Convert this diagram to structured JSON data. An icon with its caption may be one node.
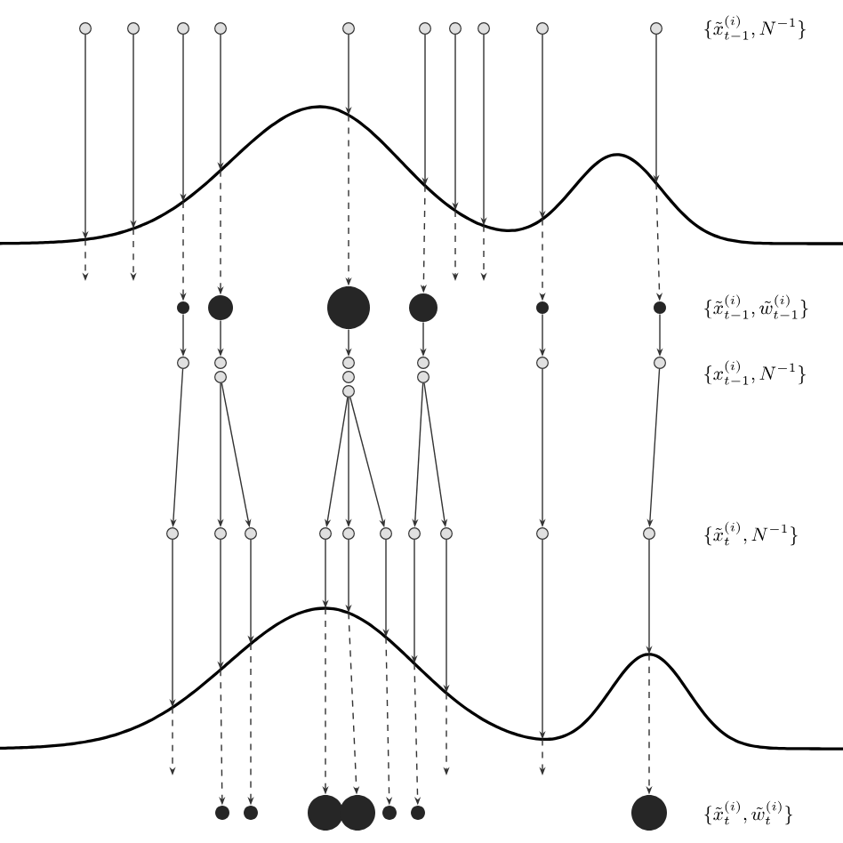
{
  "diagram": {
    "nodes": [
      {
        "text": [],
        "shape": "circle"
      },
      {
        "text": [],
        "shape": "circle"
      },
      {
        "text": [],
        "shape": "circle"
      },
      {
        "text": [],
        "shape": "circle"
      },
      {
        "text": [],
        "shape": "circle"
      },
      {
        "text": [],
        "shape": "circle"
      },
      {
        "text": [],
        "shape": "circle"
      },
      {
        "text": [],
        "shape": "circle"
      },
      {
        "text": [],
        "shape": "circle"
      },
      {
        "text": [],
        "shape": "circle"
      },
      {
        "text": [],
        "shape": "curve"
      },
      {
        "text": [],
        "shape": "dot"
      },
      {
        "text": [],
        "shape": "dot"
      },
      {
        "text": [],
        "shape": "dot"
      },
      {
        "text": [],
        "shape": "dot"
      },
      {
        "text": [],
        "shape": "dot"
      },
      {
        "text": [],
        "shape": "dot"
      },
      {
        "text": [],
        "shape": "circle"
      },
      {
        "text": [],
        "shape": "circle"
      },
      {
        "text": [],
        "shape": "circle"
      },
      {
        "text": [],
        "shape": "circle"
      },
      {
        "text": [],
        "shape": "circle"
      },
      {
        "text": [],
        "shape": "circle"
      },
      {
        "text": [],
        "shape": "circle"
      },
      {
        "text": [],
        "shape": "circle"
      },
      {
        "text": [],
        "shape": "circle"
      },
      {
        "text": [],
        "shape": "circle"
      },
      {
        "text": [],
        "shape": "circle"
      },
      {
        "text": [],
        "shape": "circle"
      },
      {
        "text": [],
        "shape": "circle"
      },
      {
        "text": [],
        "shape": "circle"
      },
      {
        "text": [],
        "shape": "circle"
      },
      {
        "text": [],
        "shape": "circle"
      },
      {
        "text": [],
        "shape": "circle"
      },
      {
        "text": [],
        "shape": "circle"
      },
      {
        "text": [],
        "shape": "circle"
      },
      {
        "text": [],
        "shape": "circle"
      },
      {
        "text": [],
        "shape": "curve"
      },
      {
        "text": [],
        "shape": "dot"
      },
      {
        "text": [],
        "shape": "dot"
      },
      {
        "text": [],
        "shape": "dot"
      },
      {
        "text": [],
        "shape": "dot"
      },
      {
        "text": [],
        "shape": "dot"
      },
      {
        "text": [],
        "shape": "dot"
      },
      {
        "text": [],
        "shape": "dot"
      }
    ],
    "edges": [
      {
        "from": 0,
        "to": 10,
        "arrow": "to"
      },
      {
        "from": 1,
        "to": 10,
        "arrow": "to"
      },
      {
        "from": 2,
        "to": 10,
        "arrow": "to"
      },
      {
        "from": 3,
        "to": 10,
        "arrow": "to"
      },
      {
        "from": 4,
        "to": 10,
        "arrow": "to"
      },
      {
        "from": 5,
        "to": 10,
        "arrow": "to"
      },
      {
        "from": 6,
        "to": 10,
        "arrow": "to"
      },
      {
        "from": 7,
        "to": 10,
        "arrow": "to"
      },
      {
        "from": 8,
        "to": 10,
        "arrow": "to"
      },
      {
        "from": 9,
        "to": 10,
        "arrow": "to"
      },
      {
        "from": 10,
        "to": null,
        "arrow": "to",
        "style": "dashed"
      },
      {
        "from": 10,
        "to": null,
        "arrow": "to",
        "style": "dashed"
      },
      {
        "from": 10,
        "to": 11,
        "arrow": "to",
        "style": "dashed"
      },
      {
        "from": 10,
        "to": 12,
        "arrow": "to",
        "style": "dashed"
      },
      {
        "from": 10,
        "to": 13,
        "arrow": "to",
        "style": "dashed"
      },
      {
        "from": 10,
        "to": 14,
        "arrow": "to",
        "style": "dashed"
      },
      {
        "from": 10,
        "to": null,
        "arrow": "to",
        "style": "dashed"
      },
      {
        "from": 10,
        "to": null,
        "arrow": "to",
        "style": "dashed"
      },
      {
        "from": 10,
        "to": 15,
        "arrow": "to",
        "style": "dashed"
      },
      {
        "from": 10,
        "to": 16,
        "arrow": "to",
        "style": "dashed"
      },
      {
        "from": 11,
        "to": 17,
        "arrow": "to"
      },
      {
        "from": 12,
        "to": 18,
        "arrow": "to"
      },
      {
        "from": 13,
        "to": 20,
        "arrow": "to"
      },
      {
        "from": 14,
        "to": 23,
        "arrow": "to"
      },
      {
        "from": 15,
        "to": 25,
        "arrow": "to"
      },
      {
        "from": 16,
        "to": 26,
        "arrow": "to"
      },
      {
        "from": 17,
        "to": 27,
        "arrow": "to"
      },
      {
        "from": 19,
        "to": 28,
        "arrow": "to"
      },
      {
        "from": 19,
        "to": 29,
        "arrow": "to"
      },
      {
        "from": 22,
        "to": 30,
        "arrow": "to"
      },
      {
        "from": 22,
        "to": 31,
        "arrow": "to"
      },
      {
        "from": 22,
        "to": 32,
        "arrow": "to"
      },
      {
        "from": 24,
        "to": 33,
        "arrow": "to"
      },
      {
        "from": 24,
        "to": 34,
        "arrow": "to"
      },
      {
        "from": 25,
        "to": 35,
        "arrow": "to"
      },
      {
        "from": 26,
        "to": 36,
        "arrow": "to"
      },
      {
        "from": 27,
        "to": 37,
        "arrow": "to"
      },
      {
        "from": 28,
        "to": 37,
        "arrow": "to"
      },
      {
        "from": 29,
        "to": 37,
        "arrow": "to"
      },
      {
        "from": 30,
        "to": 37,
        "arrow": "to"
      },
      {
        "from": 31,
        "to": 37,
        "arrow": "to"
      },
      {
        "from": 32,
        "to": 37,
        "arrow": "to"
      },
      {
        "from": 33,
        "to": 37,
        "arrow": "to"
      },
      {
        "from": 34,
        "to": 37,
        "arrow": "to"
      },
      {
        "from": 35,
        "to": 37,
        "arrow": "to"
      },
      {
        "from": 36,
        "to": 37,
        "arrow": "to"
      },
      {
        "from": 37,
        "to": null,
        "arrow": "to",
        "style": "dashed"
      },
      {
        "from": 37,
        "to": 38,
        "arrow": "to",
        "style": "dashed"
      },
      {
        "from": 37,
        "to": 39,
        "arrow": "to",
        "style": "dashed"
      },
      {
        "from": 37,
        "to": 40,
        "arrow": "to",
        "style": "dashed"
      },
      {
        "from": 37,
        "to": 41,
        "arrow": "to",
        "style": "dashed"
      },
      {
        "from": 37,
        "to": 42,
        "arrow": "to",
        "style": "dashed"
      },
      {
        "from": 37,
        "to": 43,
        "arrow": "to",
        "style": "dashed"
      },
      {
        "from": 37,
        "to": null,
        "arrow": "to",
        "style": "dashed"
      },
      {
        "from": 37,
        "to": null,
        "arrow": "to",
        "style": "dashed"
      },
      {
        "from": 37,
        "to": 44,
        "arrow": "to",
        "style": "dashed"
      }
    ],
    "labels": [
      "\\{\\tilde{x}^{(i)}_{t-1}, N^{-1}\\}",
      "\\{\\tilde{x}^{(i)}_{t-1}, \\tilde{w}^{(i)}_{t-1}\\}",
      "\\{x^{(i)}_{t-1}, N^{-1}\\}",
      "\\{\\tilde{x}^{(i)}_{t}, N^{-1}\\}",
      "\\{\\tilde{x}^{(i)}_{t}, \\tilde{w}^{(i)}_{t}\\}"
    ]
  }
}
